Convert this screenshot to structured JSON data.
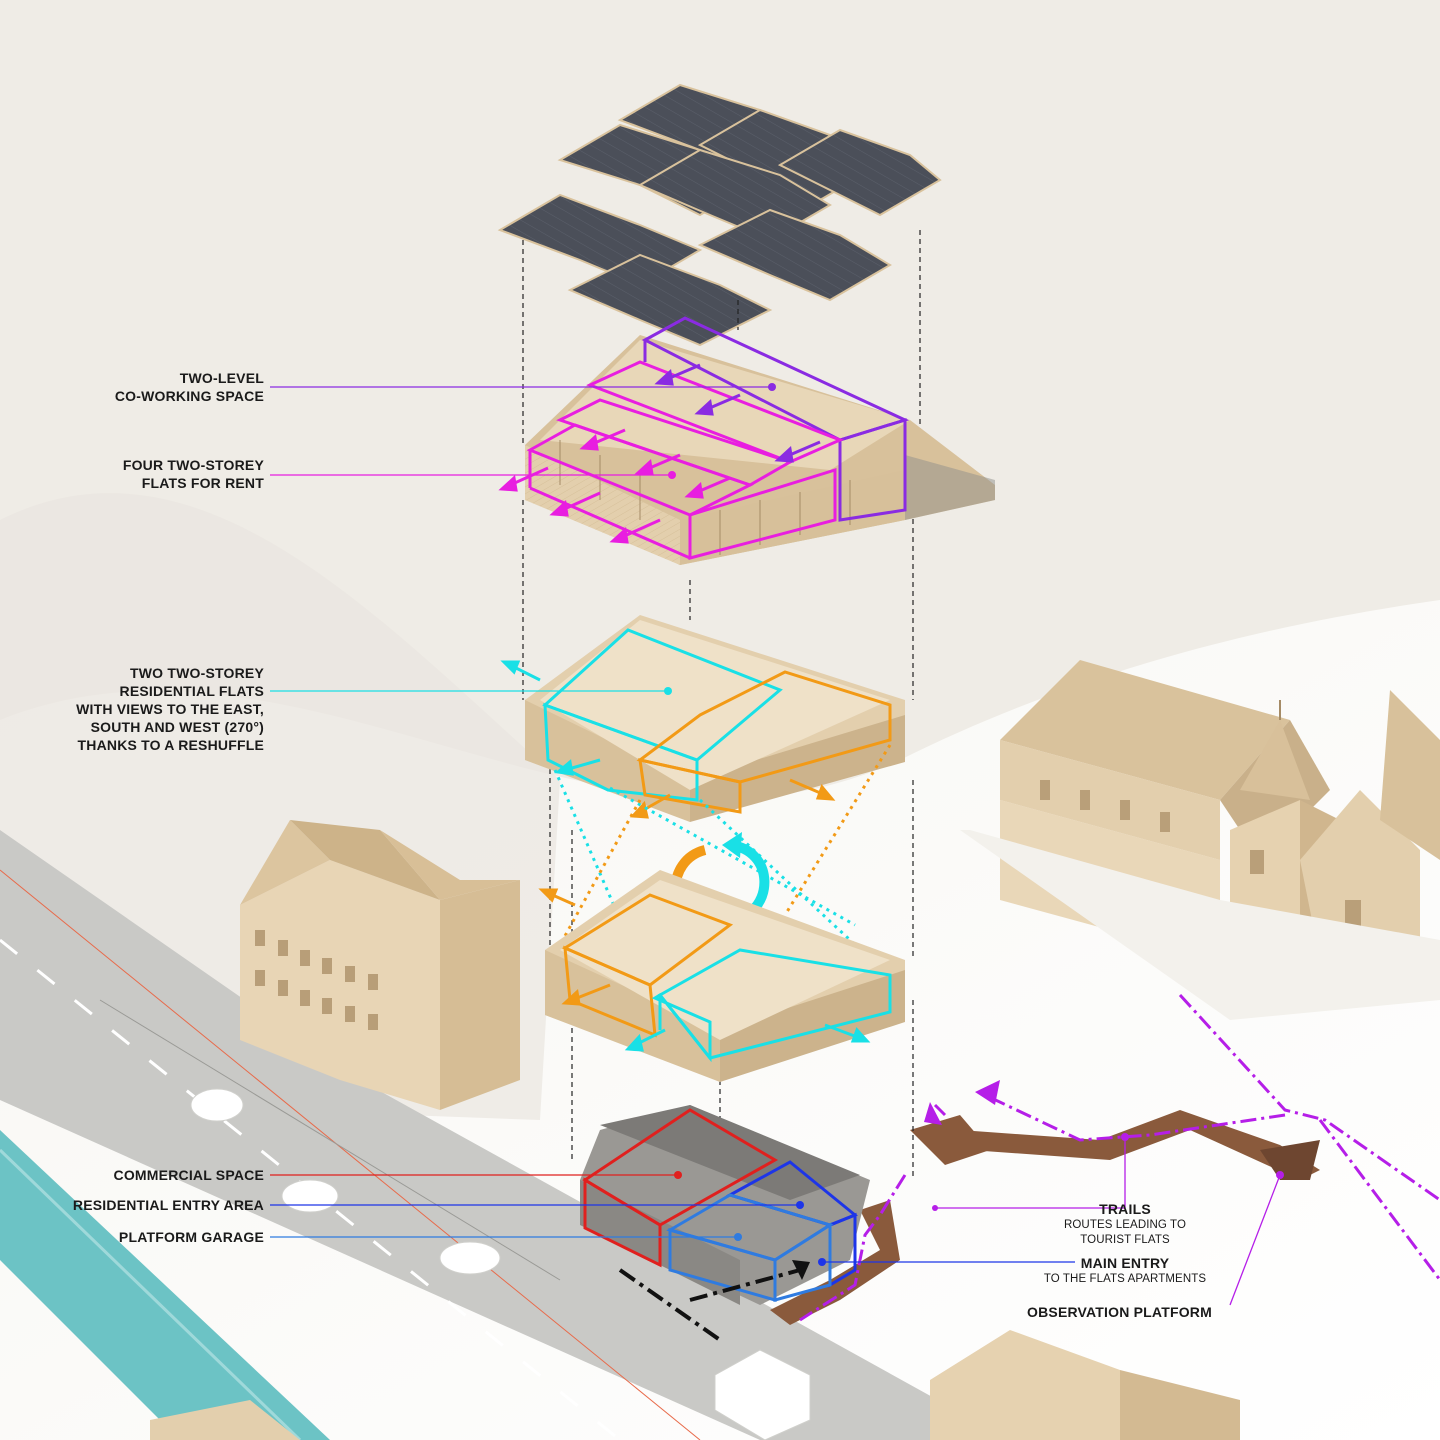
{
  "colors": {
    "background": "#efece6",
    "timber": "#e3cfad",
    "timber_dark": "#c9b08a",
    "roof": "#4b4f59",
    "road": "#c7c7c4",
    "river": "#6cc3c5",
    "stair": "#8a5a3c",
    "purple": "#8a2be2",
    "magenta": "#e81ee0",
    "cyan": "#19e0e6",
    "orange": "#f29a16",
    "red": "#e0201e",
    "blue": "#1d35e8",
    "garage_blue": "#2f7be0",
    "trail_purple": "#b51ee8",
    "leader_dark": "#111111"
  },
  "labels": {
    "coworking": [
      "TWO-LEVEL",
      "CO-WORKING SPACE"
    ],
    "flats_rent": [
      "FOUR TWO-STOREY",
      "FLATS FOR RENT"
    ],
    "residential": [
      "TWO TWO-STOREY",
      "RESIDENTIAL FLATS",
      "WITH VIEWS TO THE EAST,",
      "SOUTH AND WEST (270°)",
      "THANKS TO A RESHUFFLE"
    ],
    "commercial": "COMMERCIAL SPACE",
    "entry_area": "RESIDENTIAL ENTRY AREA",
    "garage": "PLATFORM GARAGE",
    "trails": {
      "title": "TRAILS",
      "sub": [
        "ROUTES LEADING TO",
        "TOURIST FLATS"
      ]
    },
    "main_entry": {
      "title": "MAIN ENTRY",
      "sub": "TO THE FLATS APARTMENTS"
    },
    "observation": "OBSERVATION PLATFORM"
  }
}
